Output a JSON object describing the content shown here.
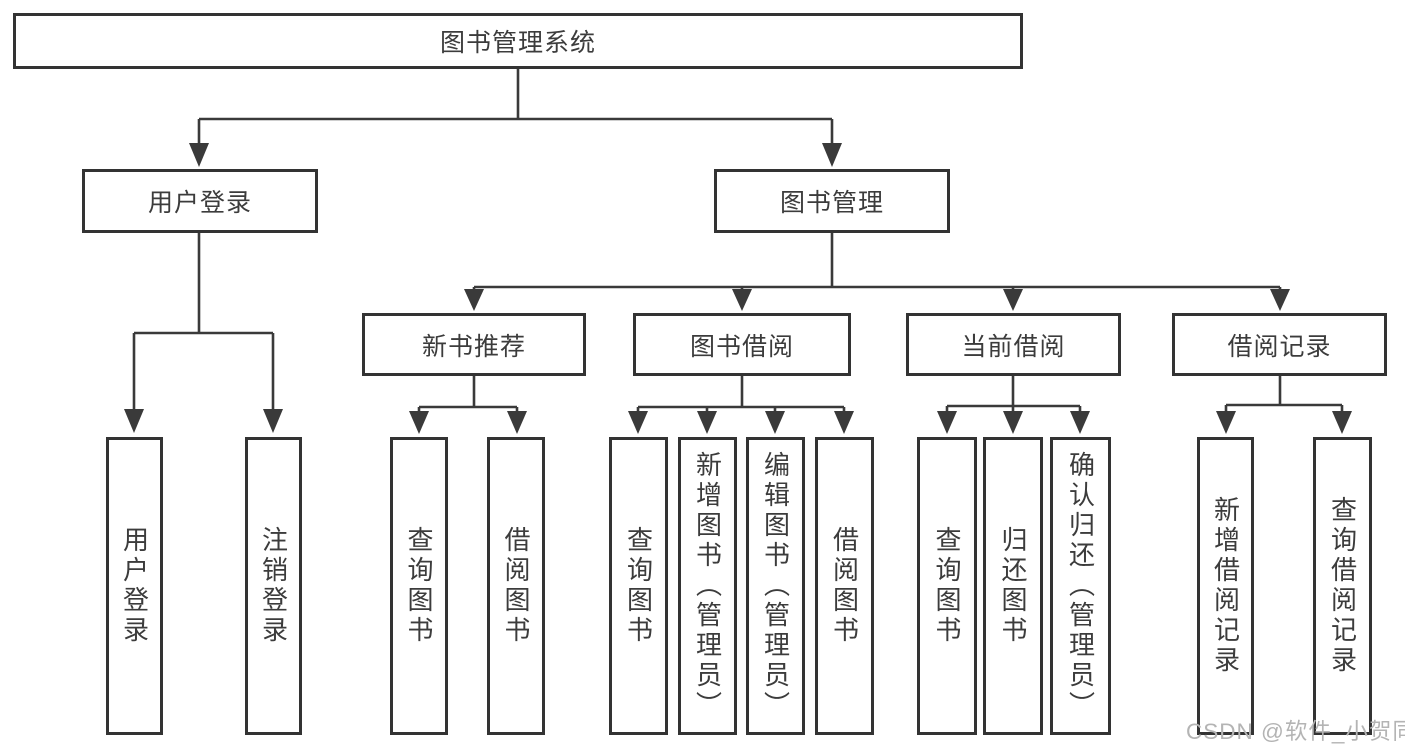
{
  "colors": {
    "line": "#3a3a3a",
    "border": "#333333",
    "text": "#3c3c3c",
    "watermark": "#b4b4b4"
  },
  "watermark": {
    "text": "CSDN @软件_小贺同学"
  },
  "tree": {
    "label": "图书管理系统",
    "children": [
      {
        "label": "用户登录",
        "children": [
          {
            "label": "用户登录"
          },
          {
            "label": "注销登录"
          }
        ]
      },
      {
        "label": "图书管理",
        "children": [
          {
            "label": "新书推荐",
            "children": [
              {
                "label": "查询图书"
              },
              {
                "label": "借阅图书"
              }
            ]
          },
          {
            "label": "图书借阅",
            "children": [
              {
                "label": "查询图书"
              },
              {
                "label": "新增图书（管理员）"
              },
              {
                "label": "编辑图书（管理员）"
              },
              {
                "label": "借阅图书"
              }
            ]
          },
          {
            "label": "当前借阅",
            "children": [
              {
                "label": "查询图书"
              },
              {
                "label": "归还图书"
              },
              {
                "label": "确认归还（管理员）"
              }
            ]
          },
          {
            "label": "借阅记录",
            "children": [
              {
                "label": "新增借阅记录"
              },
              {
                "label": "查询借阅记录"
              }
            ]
          }
        ]
      }
    ]
  }
}
